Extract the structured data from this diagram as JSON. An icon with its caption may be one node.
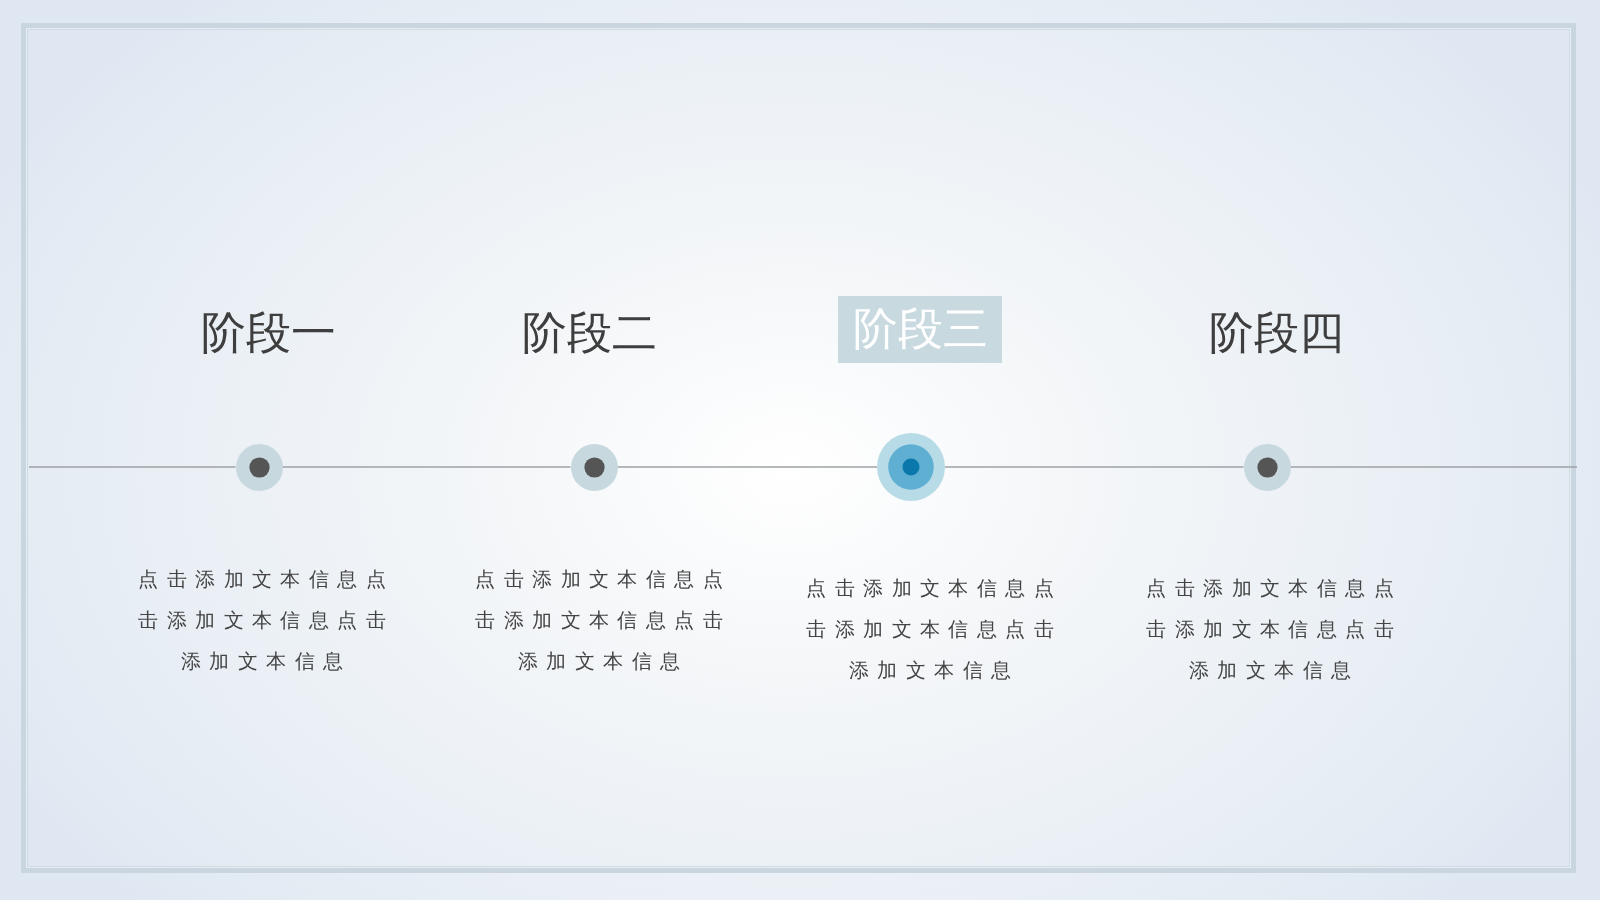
{
  "diagram": {
    "nodes": [
      {
        "text": [
          "阶段三"
        ]
      },
      {
        "text": [],
        "shape": "circle"
      },
      {
        "text": [],
        "shape": "circle"
      },
      {
        "text": [],
        "shape": "circle"
      },
      {
        "text": [],
        "shape": "circle"
      }
    ],
    "edges": [
      {
        "from": null,
        "to": 1,
        "arrow": "none"
      },
      {
        "from": 1,
        "to": 2,
        "arrow": "none"
      },
      {
        "from": 2,
        "to": 3,
        "arrow": "none"
      },
      {
        "from": 3,
        "to": 4,
        "arrow": "none"
      },
      {
        "from": 4,
        "to": null,
        "arrow": "none"
      }
    ],
    "labels": [
      "阶段一",
      "阶段二",
      "阶段四",
      "点击添加文本信息点击添加文本信息点击添加文本信息",
      "点击添加文本信息点击添加文本信息点击添加文本信息",
      "点击添加文本信息点击添加文本信息点击添加文本信息",
      "点击添加文本信息点击添加文本信息点击添加文本信息"
    ]
  }
}
